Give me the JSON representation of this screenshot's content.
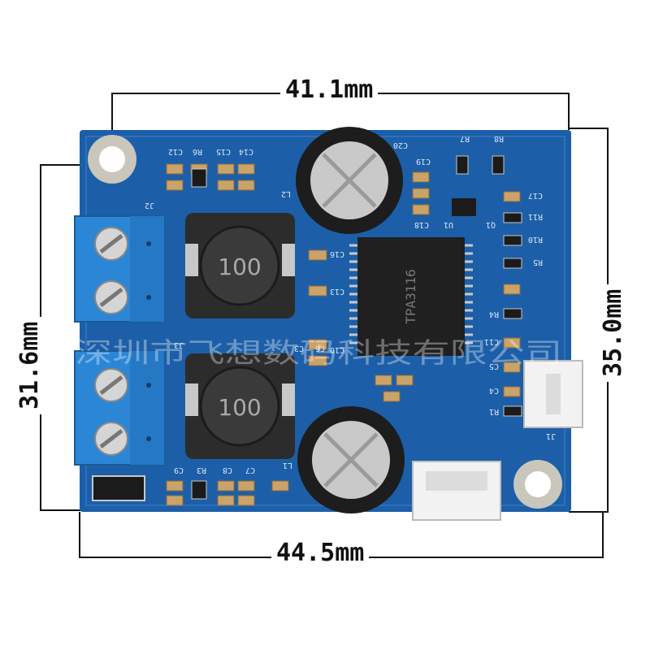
{
  "dimensions": {
    "top": "41.1mm",
    "bottom": "44.5mm",
    "left": "31.6mm",
    "right": "35.0mm"
  },
  "silkscreen": {
    "inductor_top": "100",
    "inductor_bottom": "100",
    "chip_marking": "TPA3116",
    "labels": [
      "C12",
      "R6",
      "C14",
      "C15",
      "C20",
      "R7",
      "R8",
      "C19",
      "C17",
      "C16",
      "C13",
      "C18",
      "U1",
      "Q1",
      "R11",
      "R10",
      "R5",
      "R4",
      "C11",
      "C5",
      "C4",
      "R1",
      "J1",
      "C10",
      "C9",
      "R3",
      "C8",
      "C7",
      "C3",
      "C6",
      "J2",
      "J3",
      "L2",
      "L1"
    ]
  },
  "watermark": "深圳市飞想数码科技有限公司",
  "colors": {
    "pcb": "#1c5fa8",
    "terminal": "#2b86d6",
    "connector": "#f2f2f2"
  }
}
